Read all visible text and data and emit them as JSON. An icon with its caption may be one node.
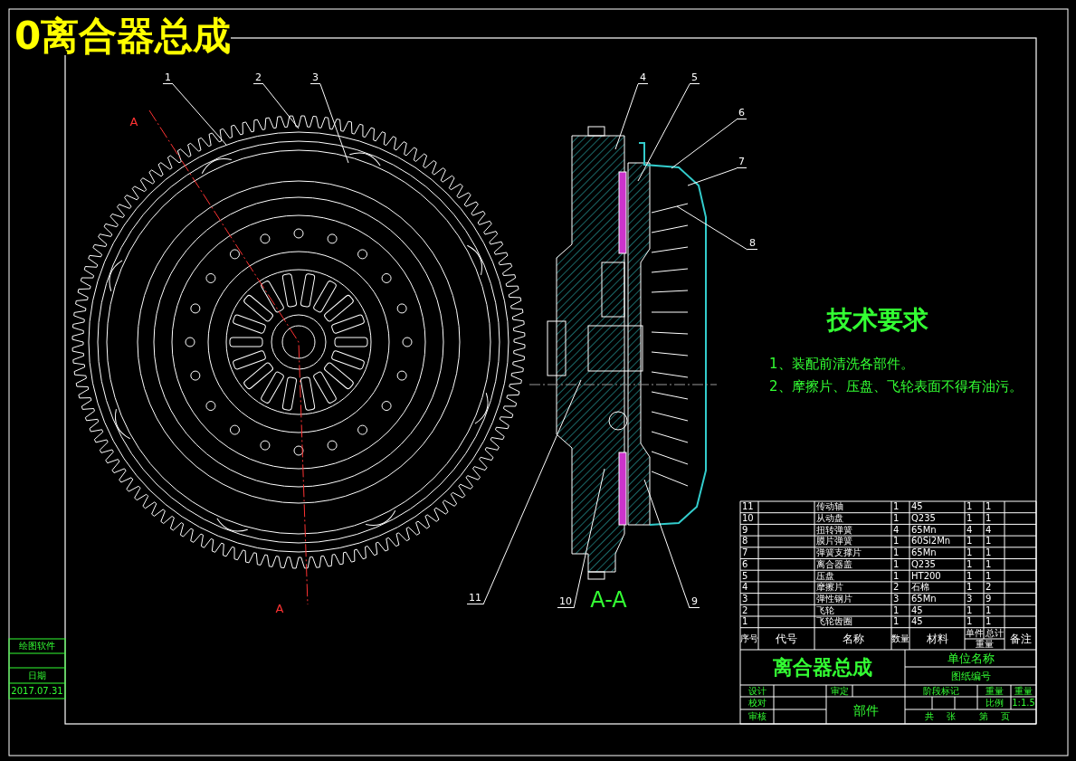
{
  "diagram": {
    "title": "0离合器总成",
    "nodes": [
      {
        "text": [
          "1"
        ]
      },
      {
        "text": [
          "2"
        ]
      },
      {
        "text": [
          "3"
        ]
      },
      {
        "text": [
          "4"
        ]
      },
      {
        "text": [
          "5"
        ]
      },
      {
        "text": [
          "6"
        ]
      },
      {
        "text": [
          "7"
        ]
      },
      {
        "text": [
          "8"
        ]
      },
      {
        "text": [
          "9"
        ]
      },
      {
        "text": [
          "10"
        ]
      },
      {
        "text": [
          "11"
        ]
      }
    ],
    "edges": [
      {
        "from": 0,
        "to": null,
        "arrow": "none"
      },
      {
        "from": 1,
        "to": null,
        "arrow": "none"
      },
      {
        "from": 2,
        "to": null,
        "arrow": "none"
      },
      {
        "from": 3,
        "to": null,
        "arrow": "none"
      },
      {
        "from": 4,
        "to": null,
        "arrow": "none"
      },
      {
        "from": 5,
        "to": null,
        "arrow": "none"
      },
      {
        "from": 6,
        "to": null,
        "arrow": "none"
      },
      {
        "from": 7,
        "to": null,
        "arrow": "none"
      },
      {
        "from": 8,
        "to": null,
        "arrow": "none"
      },
      {
        "from": 9,
        "to": null,
        "arrow": "none"
      },
      {
        "from": 10,
        "to": null,
        "arrow": "none"
      }
    ],
    "labels": [
      "A",
      "A",
      "A-A",
      "技术要求",
      "1、装配前清洗各部件。",
      "2、摩擦片、压盘、飞轮表面不得有油污。",
      "11",
      "传动轴",
      "1",
      "45",
      "1",
      "1",
      "10",
      "从动盘",
      "1",
      "Q235",
      "1",
      "1",
      "9",
      "扭转弹簧",
      "4",
      "65Mn",
      "4",
      "4",
      "8",
      "膜片弹簧",
      "1",
      "60Si2Mn",
      "1",
      "1",
      "7",
      "弹簧支撑片",
      "1",
      "65Mn",
      "1",
      "1",
      "6",
      "离合器盖",
      "1",
      "Q235",
      "1",
      "1",
      "5",
      "压盘",
      "1",
      "HT200",
      "1",
      "1",
      "4",
      "摩擦片",
      "2",
      "石棉",
      "1",
      "2",
      "3",
      "弹性钢片",
      "3",
      "65Mn",
      "3",
      "9",
      "2",
      "飞轮",
      "1",
      "45",
      "1",
      "1",
      "1",
      "飞轮齿圈",
      "1",
      "45",
      "1",
      "1",
      "序号",
      "代号",
      "名称",
      "数量",
      "材料",
      "单件",
      "总计",
      "重量",
      "备注",
      "离合器总成",
      "单位名称",
      "图纸编号",
      "设计",
      "审定",
      "阶段标记",
      "重量",
      "重量",
      "校对",
      "比例",
      "1:1.5",
      "部件",
      "审核",
      "共",
      "张",
      "第",
      "页",
      "绘图软件",
      "日期",
      "2017.07.31"
    ]
  }
}
